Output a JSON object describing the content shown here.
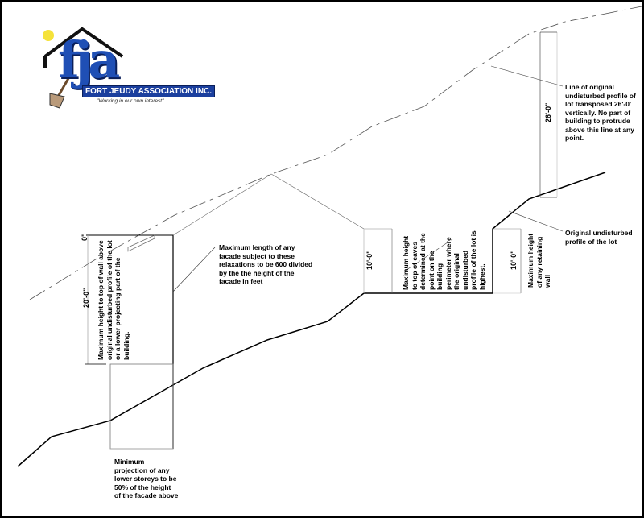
{
  "logo": {
    "letters": "fja",
    "name": "FORT JEUDY ASSOCIATION INC.",
    "tagline": "\"Working in our own interest\""
  },
  "dimensions": {
    "top_zero": "0\"",
    "facade_height": "20'-0\"",
    "eaves_height": "10'-0\"",
    "retaining_height": "10'-0\"",
    "transposed_height": "26'-0\""
  },
  "notes": {
    "max_wall_height": "Maximum  height to top of wall above original undisturbed profile of the lot or a lower projecting part of the building.",
    "facade_length": "Maximum length of any facade subject to these relaxations to be 600 divided by the the height of the facade in feet",
    "eaves_height": "Maximum  height to top of eaves determined at the point on the building perimeter where the original undisturbed profile of the lot is highest.",
    "retaining_wall": "Maximum height of any retaining wall",
    "transposed_line": "Line of original undisturbed profile of lot transposed 26'-0' vertically.   No part of building to protrude above this line at any point.",
    "original_profile": "Original undisturbed profile of the lot",
    "min_projection": "Minimum projection of any lower storeys to be 50% of the height of the facade above"
  }
}
